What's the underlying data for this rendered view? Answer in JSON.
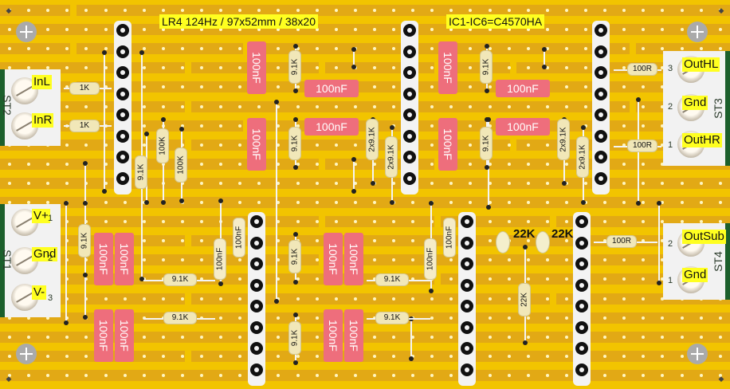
{
  "board": {
    "title_left": "LR4 124Hz / 97x52mm / 38x20",
    "title_right": "IC1-IC6=C4570HA"
  },
  "connectors": {
    "st2": {
      "name": "ST2",
      "pins": [
        "InL",
        "InR"
      ]
    },
    "st1": {
      "name": "ST1",
      "pins": [
        "V+",
        "Gnd",
        "V-"
      ],
      "numbers": [
        "1",
        "2",
        "3"
      ]
    },
    "st3": {
      "name": "ST3",
      "pins": [
        "OutHL",
        "Gnd",
        "OutHR"
      ],
      "numbers": [
        "3",
        "2",
        "1"
      ]
    },
    "st4": {
      "name": "ST4",
      "pins": [
        "OutSub",
        "Gnd"
      ],
      "numbers": [
        "2",
        "1"
      ]
    }
  },
  "resistors": {
    "r_1k_a": "1K",
    "r_1k_b": "1K",
    "r_100k_a": "100K",
    "r_100k_b": "100K",
    "r_91k_a": "9.1K",
    "r_91k_b": "9.1K",
    "r_91k_c": "9.1K",
    "r_91k_d": "9.1K",
    "r_91k_e": "9.1K",
    "r_91k_f": "9.1K",
    "r_91k_g": "9.1K",
    "r_91k_h": "9.1K",
    "r_91k_i": "9.1K",
    "r_91k_j": "9.1K",
    "r_91k_k": "9.1K",
    "r_91k_l": "9.1K",
    "r_2x91k_a": "2x9.1K",
    "r_2x91k_b": "2x9.1K",
    "r_2x91k_c": "2x9.1K",
    "r_2x91k_d": "2x9.1K",
    "r_100r_a": "100R",
    "r_100r_b": "100R",
    "r_100r_c": "100R",
    "r_22k_a": "22K",
    "r_22k_b": "22K",
    "r_22k_c": "22K"
  },
  "capacitors": {
    "c100nf": "100nF"
  }
}
